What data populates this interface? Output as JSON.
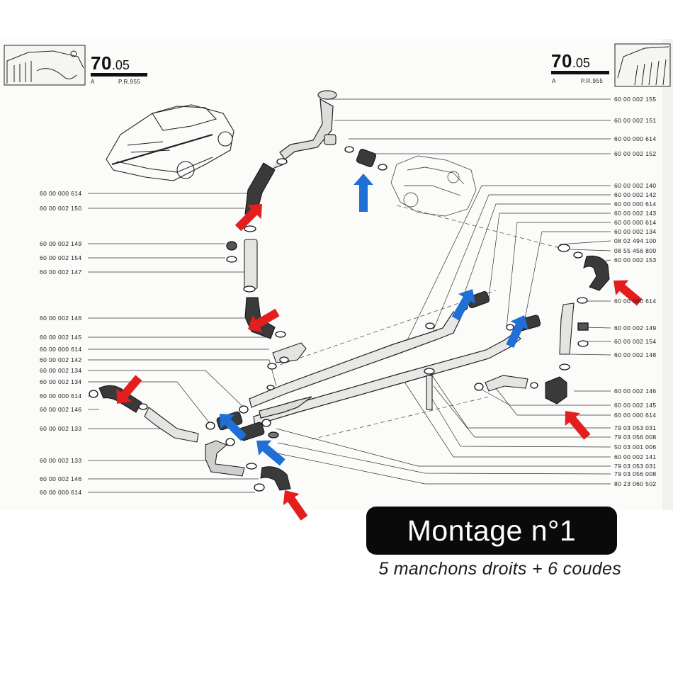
{
  "plates": {
    "left": {
      "number": "70",
      "suffix": ".05",
      "code": "A",
      "ref": "P.R.955"
    },
    "right": {
      "number": "70",
      "suffix": ".05",
      "code": "A",
      "ref": "P.R.955"
    }
  },
  "part_refs": {
    "left": [
      "60 00 000 614",
      "60 00 002 150",
      "60 00 002 149",
      "60 00 002 154",
      "60 00 002 147",
      "60 00 002 146",
      "60 00 002 145",
      "60 00 000 614",
      "60 00 002 142",
      "60 00 002 134",
      "60 00 002 134",
      "60 00 000 614",
      "60 00 002 146",
      "60 00 002 133",
      "60 00 002 133",
      "60 00 002 146",
      "60 00 000 614"
    ],
    "right": [
      "60 00 002 155",
      "60 00 002 151",
      "60 00 000 614",
      "60 00 002 152",
      "60 00 002 140",
      "60 00 002 142",
      "60 00 000 614",
      "60 00 002 143",
      "60 00 000 614",
      "60 00 002 134",
      "08 02 494 100",
      "08 55 456 800",
      "60 00 002 153",
      "60 00 000 614",
      "60 00 002 149",
      "60 00 002 154",
      "60 00 002 148",
      "60 00 002 146",
      "60 00 002 145",
      "60 00 000 614",
      "79 03 053 031",
      "79 03 056 008",
      "50 03 001 006",
      "60 00 002 141",
      "79 03 053 031",
      "79 03 056 008",
      "80 23 060 502"
    ]
  },
  "arrow_colors": {
    "red": "#e41e1e",
    "blue": "#1f6fd6"
  },
  "badge": {
    "title": "Montage n°1",
    "subtitle": "5 manchons droits + 6 coudes",
    "background": "#0a0a0a",
    "text_color": "#ffffff"
  }
}
